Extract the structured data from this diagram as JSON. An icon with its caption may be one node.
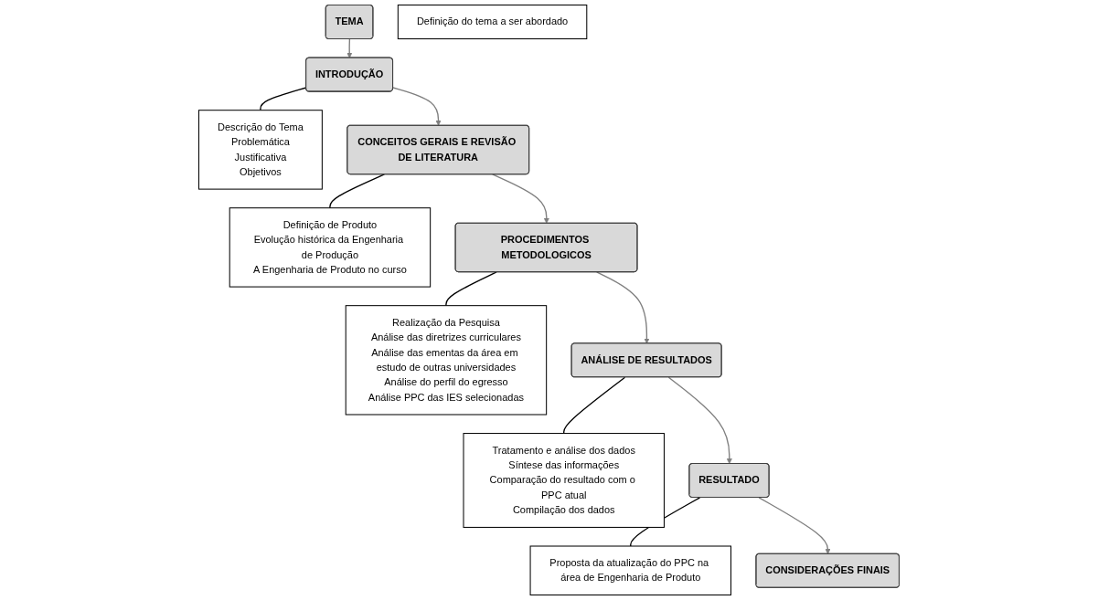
{
  "diagram": {
    "nodes": [
      {
        "text": [
          "TEMA"
        ]
      },
      {
        "text": [
          "Definição do tema a ser abordado"
        ]
      },
      {
        "text": [
          "Descrição do Tema",
          "Problemática",
          "Justificativa",
          "Objetivos"
        ]
      },
      {
        "text": [
          "INTRODUÇÃO"
        ]
      },
      {
        "text": [
          "CONCEITOS GERAIS E REVISÃO DE LITERATURA"
        ]
      },
      {
        "text": [
          "Definição de Produto",
          "Evolução histórica da Engenharia de Produção",
          "A Engenharia de Produto no curso"
        ]
      },
      {
        "text": [
          "Realização da Pesquisa",
          "Análise das diretrizes curriculares",
          "Análise das ementas da área em estudo de outras universidades",
          "Análise do perfil do egresso",
          "Análise PPC das IES selecionadas"
        ]
      },
      {
        "text": [
          "PROCEDIMENTOS METODOLOGICOS"
        ]
      },
      {
        "text": [
          "Tratamento e análise dos dados",
          "Síntese das informações",
          "Comparação do resultado com o PPC atual",
          "Compilação dos dados"
        ]
      },
      {
        "text": [
          "ANÁLISE DE RESULTADOS"
        ]
      },
      {
        "text": [
          "Proposta da atualização do PPC na área de Engenharia de Produto"
        ]
      },
      {
        "text": [
          "RESULTADO"
        ]
      },
      {
        "text": [
          "CONSIDERAÇÕES FINAIS"
        ]
      }
    ],
    "edges": [
      {
        "from": 0,
        "to": 3,
        "arrow": "to"
      },
      {
        "from": 3,
        "to": 2,
        "arrow": "none",
        "color": "#000000"
      },
      {
        "from": 3,
        "to": 4,
        "arrow": "to"
      },
      {
        "from": 4,
        "to": 5,
        "arrow": "none",
        "color": "#000000"
      },
      {
        "from": 4,
        "to": 7,
        "arrow": "to"
      },
      {
        "from": 7,
        "to": 6,
        "arrow": "none",
        "color": "#000000"
      },
      {
        "from": 7,
        "to": 9,
        "arrow": "to"
      },
      {
        "from": 9,
        "to": 8,
        "arrow": "none",
        "color": "#000000"
      },
      {
        "from": 9,
        "to": 11,
        "arrow": "to"
      },
      {
        "from": 11,
        "to": 10,
        "arrow": "none",
        "color": "#000000"
      },
      {
        "from": 11,
        "to": 12,
        "arrow": "to"
      }
    ]
  }
}
